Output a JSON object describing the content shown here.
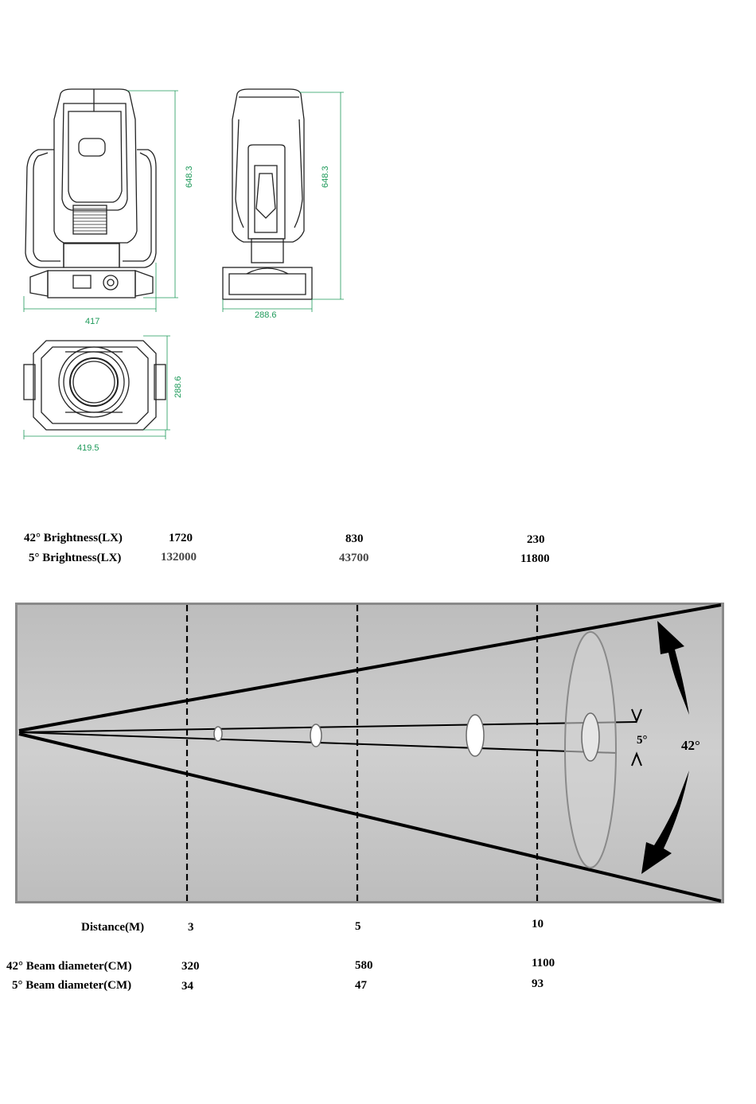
{
  "dimensions": {
    "front_height": "648.3",
    "front_width": "417",
    "side_height": "648.3",
    "side_width": "288.6",
    "top_depth": "288.6",
    "top_width": "419.5"
  },
  "brightness": {
    "row42_label": "42° Brightness(LX)",
    "row5_label": "5° Brightness(LX)",
    "values_42": [
      "1720",
      "830",
      "230"
    ],
    "values_5": [
      "132000",
      "43700",
      "11800"
    ]
  },
  "beam_diagram": {
    "angle_small": "5°",
    "angle_large": "42°"
  },
  "distance": {
    "label": "Distance(M)",
    "values": [
      "3",
      "5",
      "10"
    ]
  },
  "beam_diameter": {
    "row42_label": "42° Beam diameter(CM)",
    "row5_label": "5° Beam diameter(CM)",
    "values_42": [
      "320",
      "580",
      "1100"
    ],
    "values_5": [
      "34",
      "47",
      "93"
    ]
  },
  "colors": {
    "dimension_green": "#1e9a5a",
    "panel_gray": "#c6c6c6"
  }
}
